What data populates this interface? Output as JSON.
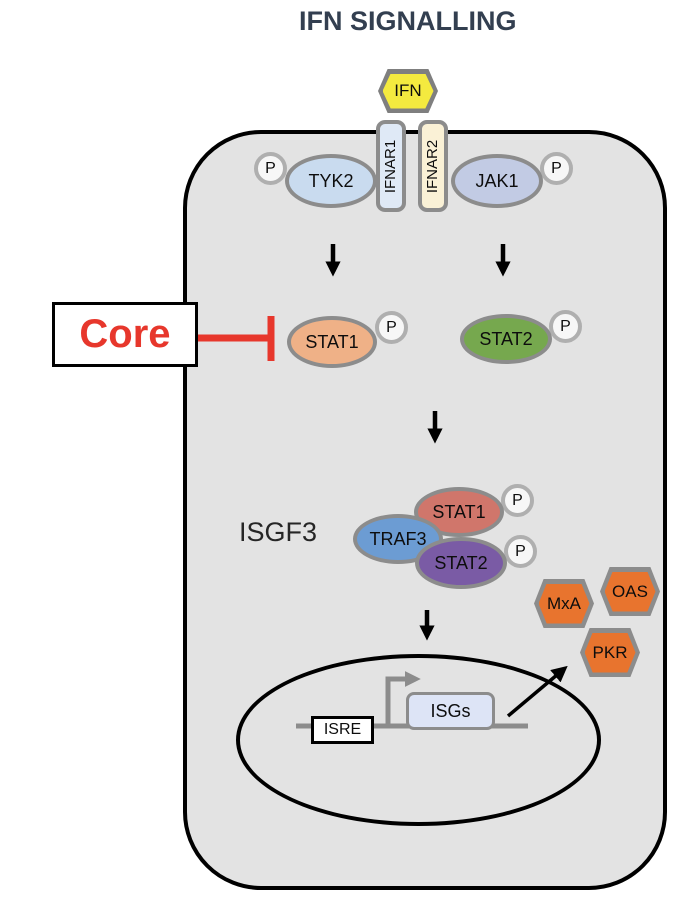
{
  "title": "IFN SIGNALLING",
  "ligand": {
    "label": "IFN"
  },
  "receptors": {
    "ifnar1": "IFNAR1",
    "ifnar2": "IFNAR2"
  },
  "kinases": {
    "tyk2": "TYK2",
    "jak1": "JAK1"
  },
  "phospho": {
    "label": "P"
  },
  "inhibitor": {
    "label": "Core"
  },
  "stats": {
    "stat1": "STAT1",
    "stat2": "STAT2"
  },
  "complex": {
    "label": "ISGF3",
    "traf3": "TRAF3",
    "stat1": "STAT1",
    "stat2": "STAT2"
  },
  "nucleus": {
    "isre": "ISRE",
    "isgs": "ISGs"
  },
  "products": {
    "mxa": "MxA",
    "oas": "OAS",
    "pkr": "PKR"
  },
  "colors": {
    "title": "#333F50",
    "cell_fill": "#E3E3E3",
    "outline_gray": "#8C8C8C",
    "ifn_yellow": "#F4EA3F",
    "ifnar1_fill": "#DFE9F6",
    "ifnar2_fill": "#FAF1D6",
    "tyk2_fill": "#C9DBEF",
    "jak1_fill": "#C2CBE4",
    "stat1_fill": "#EFB187",
    "stat2_fill": "#76A84E",
    "traf3_fill": "#6C9CD3",
    "complex_stat1_fill": "#D0766B",
    "complex_stat2_fill": "#7A5BA5",
    "product_orange": "#E8742E",
    "isgs_fill": "#DDE4F6",
    "inhibitor_red": "#E7372C"
  }
}
